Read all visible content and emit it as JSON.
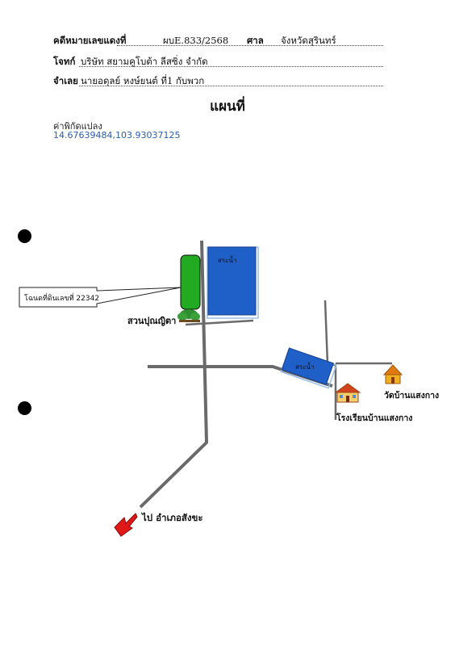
{
  "header": {
    "case_label": "คดีหมายเลขแดงที่",
    "case_number": "ผบE.833/2568",
    "court_label": "ศาล",
    "court_name": "จังหวัดสุรินทร์",
    "plaintiff_label": "โจทก์",
    "plaintiff_name": "บริษัท สยามคูโบต้า ลีสซิ่ง จำกัด",
    "defendant_label": "จำเลย",
    "defendant_name": "นายอดุลย์ หงษ์ยนต์ ที่1 กับพวก"
  },
  "title": "แผนที่",
  "coordinates": {
    "label": "ค่าพิกัดแปลง",
    "value": "14.67639484,103.93037125"
  },
  "map": {
    "callout_label": "โฉนดที่ดินเลขที่ 22342",
    "pond_label_1": "สระน้ำ",
    "pond_label_2": "สระน้ำ",
    "orchard_label": "สวนปุณญิตา",
    "temple_label": "วัดบ้านแสงกาง",
    "school_label": "โรงเรียนบ้านแสงกาง",
    "direction_label": "ไป อำเภอสังขะ",
    "colors": {
      "parcel": "#22aa22",
      "pond": "#1f5fc8",
      "road": "#6a6a6a",
      "arrow": "#e01818"
    }
  }
}
